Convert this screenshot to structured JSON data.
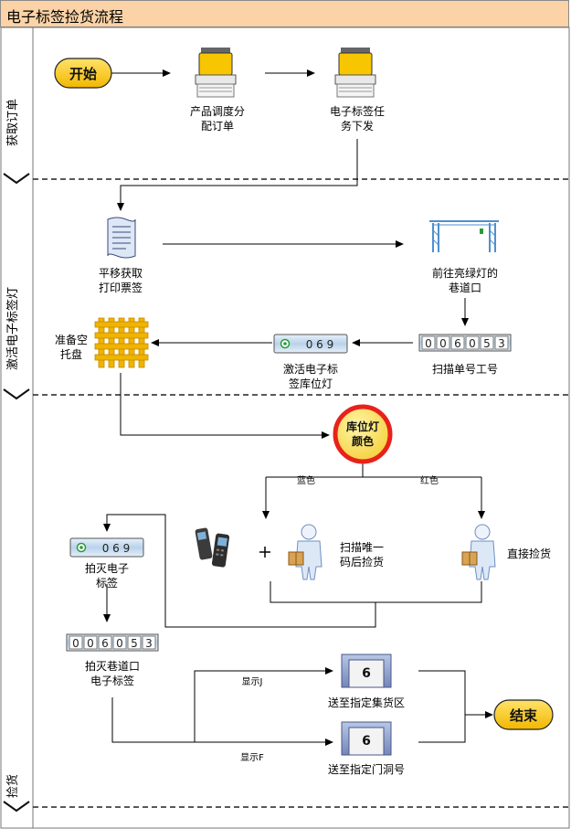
{
  "title": "电子标签捡货流程",
  "lanes": [
    "获取订单",
    "激活电子标签灯",
    "捡货"
  ],
  "nodes": {
    "start": "开始",
    "product_dispatch": [
      "产品调度分",
      "配订单"
    ],
    "task_dispatch": [
      "电子标签任",
      "务下发"
    ],
    "print_label": [
      "平移获取",
      "打印票签"
    ],
    "goto_lane": [
      "前往亮绿灯的",
      "巷道口"
    ],
    "scan_number": "扫描单号工号",
    "activate_light": [
      "激活电子标",
      "签库位灯"
    ],
    "prepare_pallet": [
      "准备空",
      "托盘"
    ],
    "light_color": [
      "库位灯",
      "颜色"
    ],
    "scan_unique": [
      "扫描唯一",
      "码后捡货"
    ],
    "direct_pick": "直接捡货",
    "turn_off_tag": [
      "拍灭电子",
      "标签"
    ],
    "turn_off_lane": [
      "拍灭巷道口",
      "电子标签"
    ],
    "to_area": "送至指定集货区",
    "to_door": "送至指定门洞号",
    "end": "结束"
  },
  "edges": {
    "blue": "蓝色",
    "red": "红色",
    "show_j": "显示J",
    "show_f": "显示F"
  },
  "displays": {
    "shelf_code": "0 6 9",
    "lane_digits": [
      "0",
      "0",
      "6",
      "0",
      "5",
      "3"
    ],
    "gate_number": "6"
  },
  "colors": {
    "title_bg": "#fbd3a6",
    "terminal": "#f7c600",
    "pallet": "#f0b400",
    "alert_ring": "#e8221b",
    "connector": "#000000"
  }
}
